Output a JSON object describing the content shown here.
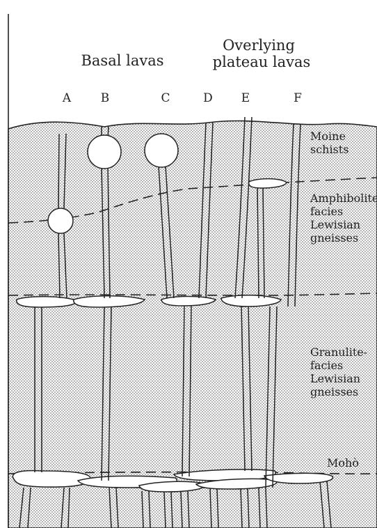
{
  "headers": {
    "basal": "Basal lavas",
    "overlying_line1": "Overlying",
    "overlying_line2": "plateau lavas"
  },
  "columns": [
    "A",
    "B",
    "C",
    "D",
    "E",
    "F"
  ],
  "layers": {
    "moine_line1": "Moine",
    "moine_line2": "schists",
    "amphibolite_line1": "Amphibolite",
    "amphibolite_line2": "facies",
    "amphibolite_line3": "Lewisian",
    "amphibolite_line4": "gneisses",
    "granulite_line1": "Granulite-",
    "granulite_line2": "facies",
    "granulite_line3": "Lewisian",
    "granulite_line4": "gneisses",
    "moho": "Mohò"
  },
  "colors": {
    "rock_dots": "#555555",
    "line": "#222222",
    "magma": "#ffffff"
  }
}
